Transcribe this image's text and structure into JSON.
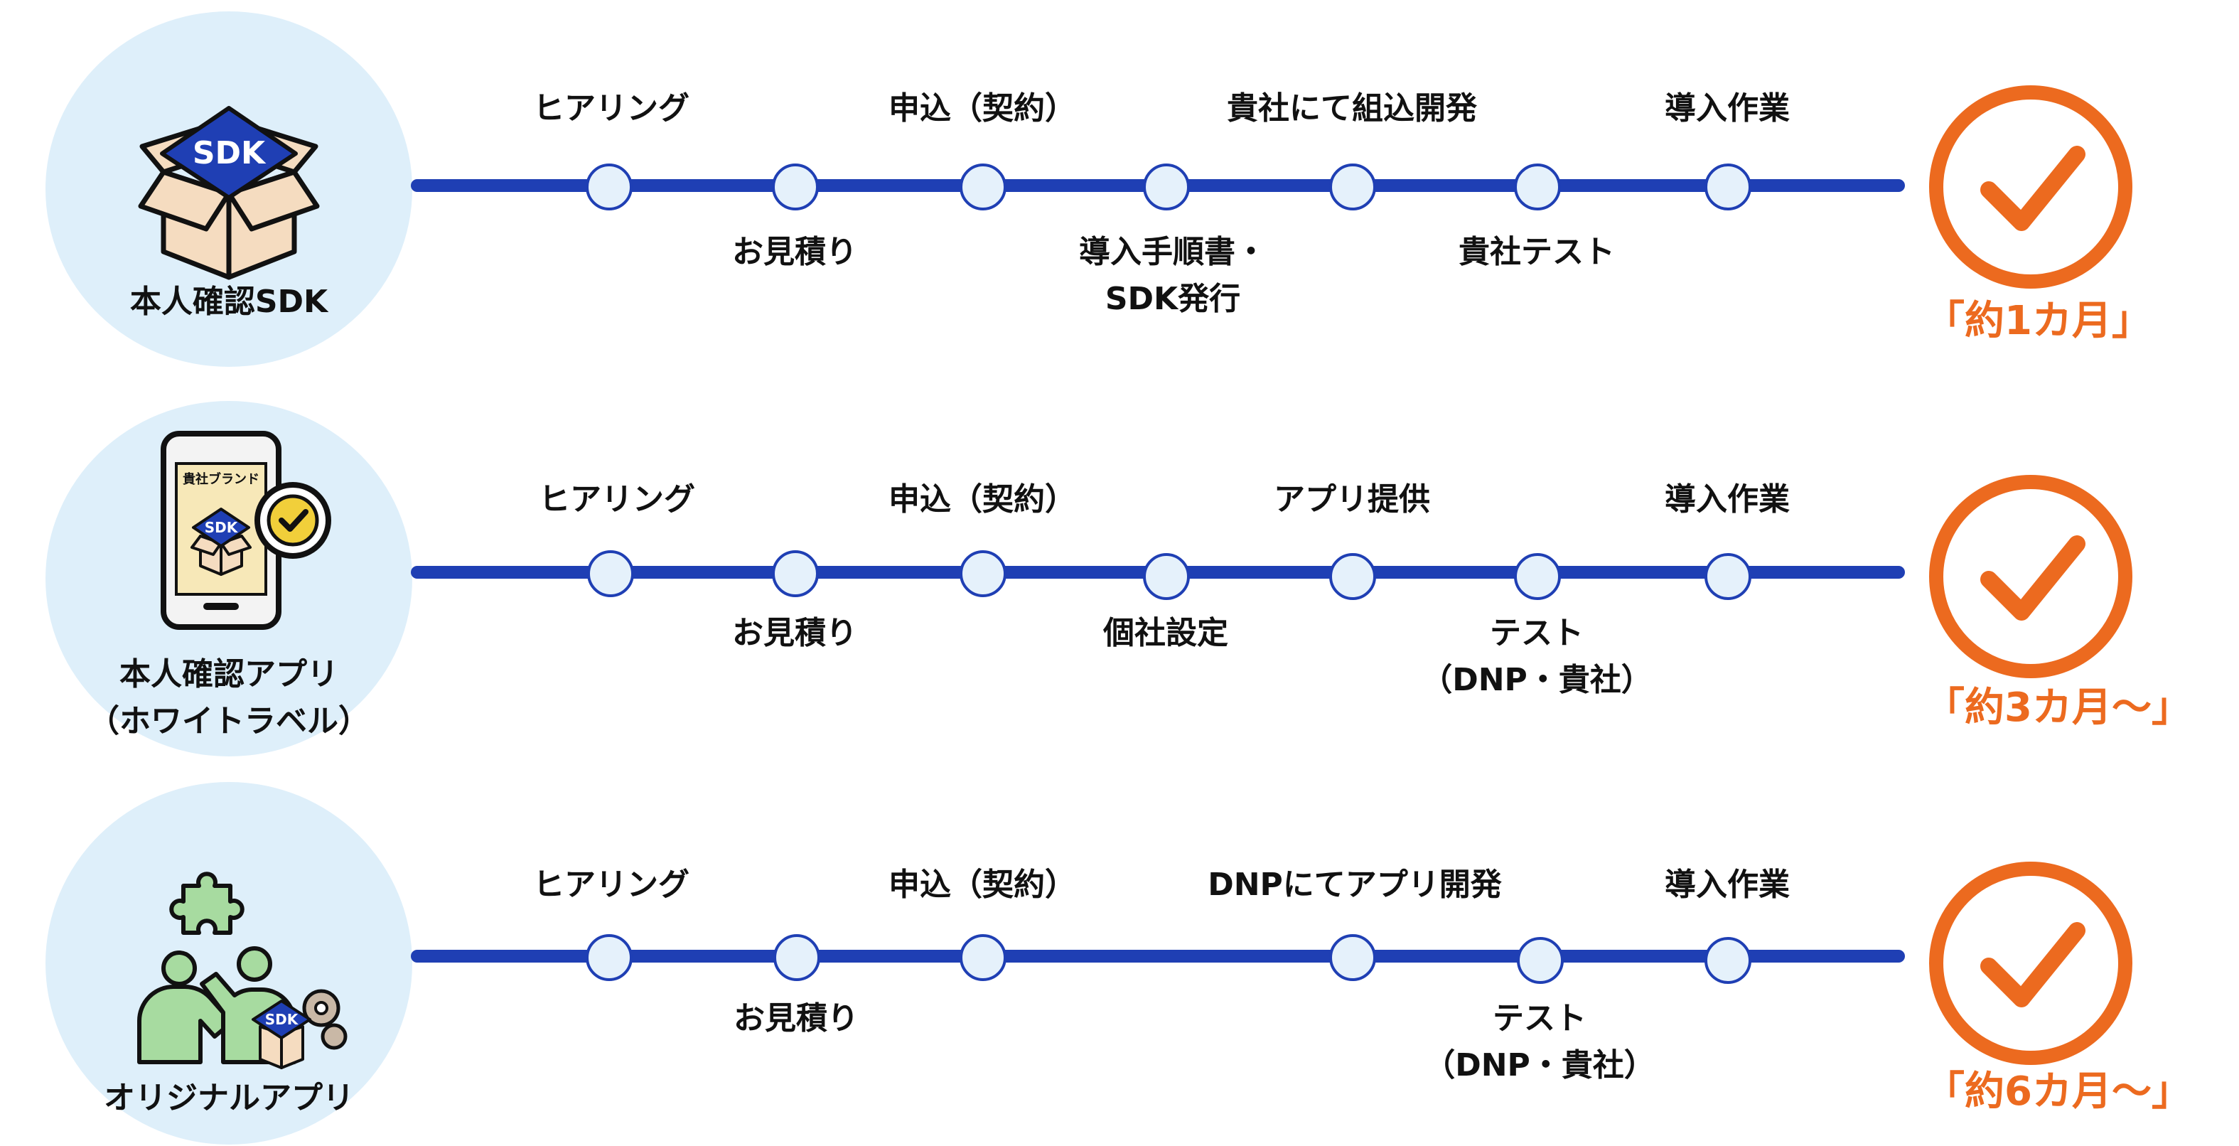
{
  "rows": [
    {
      "product_label": [
        "本人確認SDK"
      ],
      "icon_text": "SDK",
      "steps": [
        {
          "lines": [
            "ヒアリング"
          ]
        },
        {
          "lines": [
            "お見積り"
          ]
        },
        {
          "lines": [
            "申込（契約）"
          ]
        },
        {
          "lines": [
            "導入手順書・",
            "SDK発行"
          ]
        },
        {
          "lines": [
            "貴社にて組込開発"
          ]
        },
        {
          "lines": [
            "貴社テスト"
          ]
        },
        {
          "lines": [
            "導入作業"
          ]
        }
      ],
      "duration": "「約1カ月」"
    },
    {
      "product_label": [
        "本人確認アプリ",
        "（ホワイトラベル）"
      ],
      "icon_text": "SDK",
      "icon_caption": "貴社ブランド",
      "steps": [
        {
          "lines": [
            "ヒアリング"
          ]
        },
        {
          "lines": [
            "お見積り"
          ]
        },
        {
          "lines": [
            "申込（契約）"
          ]
        },
        {
          "lines": [
            "個社設定"
          ]
        },
        {
          "lines": [
            "アプリ提供"
          ]
        },
        {
          "lines": [
            "テスト",
            "（DNP・貴社）"
          ]
        },
        {
          "lines": [
            "導入作業"
          ]
        }
      ],
      "duration": "「約3カ月～」"
    },
    {
      "product_label": [
        "オリジナルアプリ"
      ],
      "icon_text": "SDK",
      "steps": [
        {
          "lines": [
            "ヒアリング"
          ]
        },
        {
          "lines": [
            "お見積り"
          ]
        },
        {
          "lines": [
            "申込（契約）"
          ]
        },
        {
          "lines": [
            "DNPにてアプリ開発"
          ]
        },
        {
          "lines": [
            "テスト",
            "（DNP・貴社）"
          ]
        },
        {
          "lines": [
            "導入作業"
          ]
        }
      ],
      "duration": "「約6カ月～」"
    }
  ],
  "colors": {
    "timeline": "#1f3fb4",
    "node_fill": "#e5f1fb",
    "accent": "#ec6a1f",
    "product_circle": "#deeffa"
  }
}
